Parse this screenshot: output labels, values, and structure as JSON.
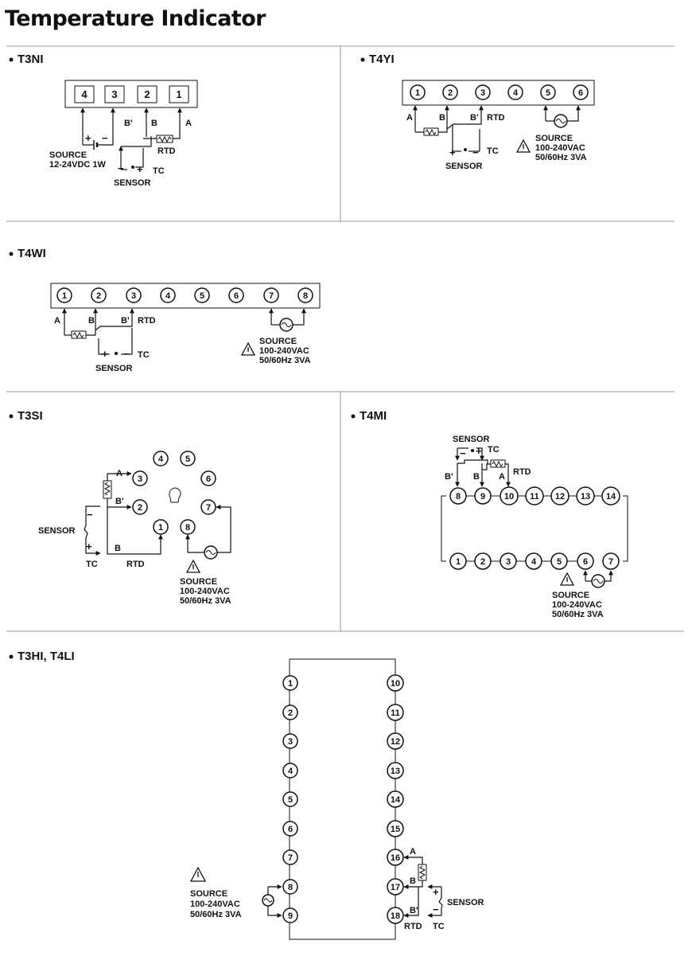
{
  "title": "Temperature Indicator",
  "sections": {
    "t3ni": "T3NI",
    "t4yi": "T4YI",
    "t4wi": "T4WI",
    "t3si": "T3SI",
    "t4mi": "T4MI",
    "t3hi_t4li": "T3HI, T4LI"
  },
  "labels": {
    "sensor": "SENSOR",
    "tc": "TC",
    "rtd": "RTD",
    "a": "A",
    "b": "B",
    "b_prime": "B'",
    "plus": "+",
    "minus": "−",
    "source": "SOURCE",
    "dc_rating": "12-24VDC 1W",
    "ac_rating": "100-240VAC",
    "freq_rating": "50/60Hz 3VA"
  },
  "icons": {
    "warning": "warning-triangle-icon",
    "ac_source": "ac-sine-icon",
    "resistor": "resistor-icon",
    "bulb": "bulb-icon"
  }
}
